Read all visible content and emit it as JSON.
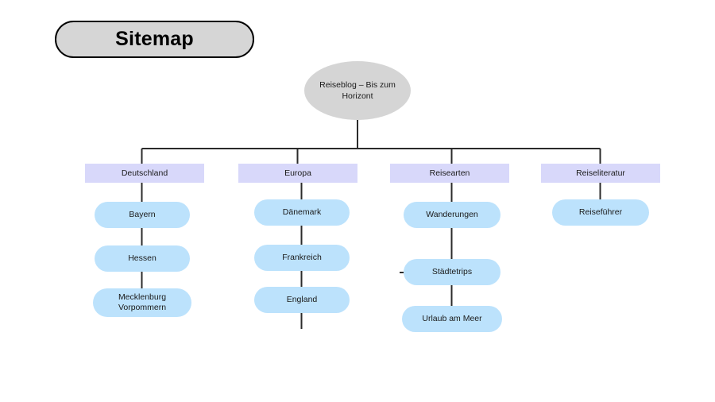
{
  "page": {
    "title_badge": "Sitemap",
    "background_color": "#ffffff"
  },
  "colors": {
    "title_fill": "#d6d6d6",
    "title_border": "#000000",
    "root_fill": "#d5d5d5",
    "category_fill": "#d8d8fa",
    "leaf_fill": "#bce2fc",
    "connector": "#2b2b2b",
    "text": "#1a1a1a"
  },
  "root": {
    "label": "Reiseblog – Bis zum Horizont",
    "shape": "ellipse"
  },
  "categories": [
    {
      "id": "deutschland",
      "label": "Deutschland",
      "children": [
        {
          "label": "Bayern"
        },
        {
          "label": "Hessen"
        },
        {
          "label": "Mecklenburg Vorpommern"
        }
      ]
    },
    {
      "id": "europa",
      "label": "Europa",
      "children": [
        {
          "label": "Dänemark"
        },
        {
          "label": "Frankreich"
        },
        {
          "label": "England"
        }
      ]
    },
    {
      "id": "reisearten",
      "label": "Reisearten",
      "children": [
        {
          "label": "Wanderungen"
        },
        {
          "label": "Städtetrips"
        },
        {
          "label": "Urlaub am Meer"
        }
      ]
    },
    {
      "id": "reiseliteratur",
      "label": "Reiseliteratur",
      "children": [
        {
          "label": "Reiseführer"
        }
      ]
    }
  ]
}
